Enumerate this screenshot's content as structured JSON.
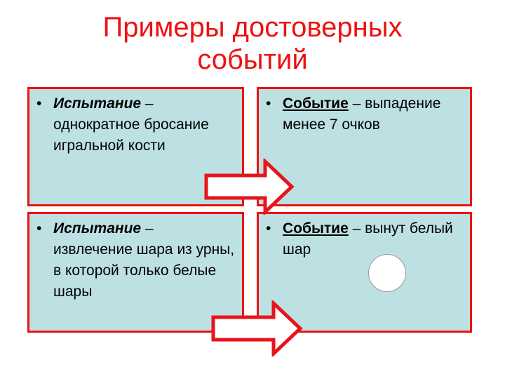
{
  "slide": {
    "title_line1": "Примеры достоверных",
    "title_line2": "событий"
  },
  "boxes": {
    "top_left": {
      "bullet": "•",
      "term": "Испытание",
      "text": " – однократное бросание игральной кости"
    },
    "top_right": {
      "bullet": "•",
      "term": "Событие",
      "text": " – выпадение менее 7 очков"
    },
    "bottom_left": {
      "bullet": "•",
      "term": "Испытание",
      "text": " – извлечение шара из урны, в которой только белые шары"
    },
    "bottom_right": {
      "bullet": "•",
      "term": "Событие",
      "text": " – вынут белый шар"
    }
  },
  "colors": {
    "title": "#ee1111",
    "box_fill": "#bde0e3",
    "box_border": "#ee1111",
    "arrow_fill": "#ffffff",
    "arrow_stroke": "#e8141c",
    "ball_fill": "#ffffff"
  },
  "icons": {
    "arrow_top": "right-arrow-icon",
    "arrow_bottom": "right-arrow-icon",
    "ball": "white-ball"
  }
}
